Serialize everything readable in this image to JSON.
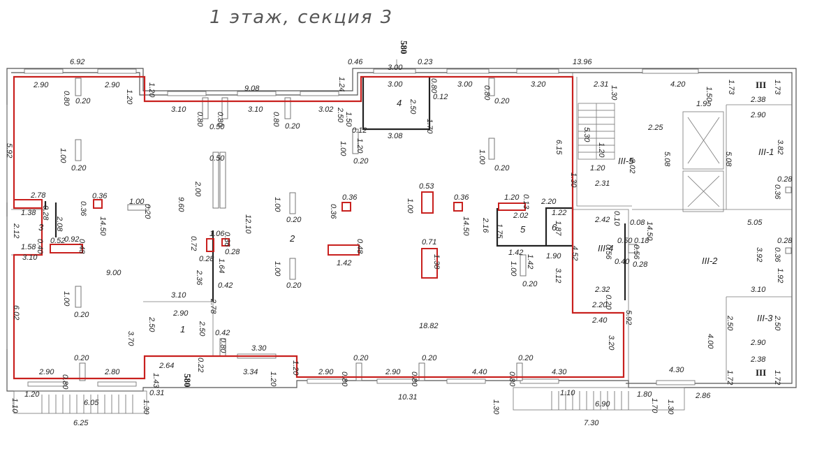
{
  "title": "1 этаж, секция 3",
  "axis_labels": {
    "section_580_top": "580",
    "section_580_bottom": "580",
    "axis_III_top": "III",
    "axis_III_bottom": "III"
  },
  "room_numbers": [
    "1",
    "2",
    "3",
    "4",
    "5",
    "6",
    "III-1",
    "III-2",
    "III-3",
    "III-4",
    "III-5"
  ],
  "dimensions": {
    "top": [
      "6.92",
      "2.90",
      "0.80",
      "0.20",
      "2.90",
      "1.20",
      "1.20",
      "9.08",
      "3.10",
      "0.80",
      "0.80",
      "3.10",
      "0.80",
      "3.02",
      "0.50",
      "0.20",
      "0.46",
      "1.24",
      "3.00",
      "0.23",
      "3.00",
      "0.80",
      "3.00",
      "0.80",
      "3.20",
      "0.20",
      "13.96",
      "2.31",
      "1.30",
      "4.20",
      "1.50",
      "1.73",
      "2.38",
      "1.73",
      "1.95",
      "2.90"
    ],
    "middle": [
      "5.92",
      "1.00",
      "0.20",
      "0.50",
      "2.00",
      "2.50",
      "1.50",
      "0.12",
      "1.00",
      "0.20",
      "1.20",
      "0.12",
      "2.50",
      "1.70",
      "3.08",
      "1.00",
      "0.20",
      "6.15",
      "5.30",
      "1.20",
      "1.30",
      "1.20",
      "2.31",
      "8.02",
      "2.25",
      "5.08",
      "5.08",
      "3.82",
      "0.28",
      "0.36",
      "2.78",
      "0.36",
      "0.36",
      "1.38",
      "0.28",
      "1.00",
      "0.20",
      "9.60",
      "1.00",
      "0.20",
      "0.36",
      "0.36",
      "0.53",
      "1.00",
      "0.36",
      "1.20",
      "0.13",
      "2.20",
      "1.22",
      "2.12",
      "2.08",
      "14.50",
      "12.10",
      "14.50",
      "2.16",
      "2.02",
      "1.75",
      "1.87",
      "2.42",
      "0.10",
      "0.08",
      "14.50",
      "5.05",
      "1.58",
      "0.40",
      "0.52",
      "0.92",
      "0.48",
      "1.06",
      "0.72",
      "0.36",
      "0.28",
      "3.10",
      "0.28",
      "1.64",
      "1.00",
      "0.20",
      "1.42",
      "0.48",
      "0.71",
      "1.38",
      "1.42",
      "1.00",
      "1.42",
      "1.90",
      "0.50",
      "0.18",
      "0.56",
      "0.40",
      "0.56",
      "0.28",
      "4.52",
      "0.28",
      "3.92",
      "0.36",
      "1.92",
      "9.00",
      "2.36",
      "0.42",
      "1.00",
      "0.20",
      "2.32",
      "0.20",
      "0.20",
      "3.12",
      "3.10"
    ],
    "lower": [
      "3.10",
      "2.90",
      "2.78",
      "2.20",
      "2.40",
      "5.92",
      "2.50",
      "2.50",
      "6.02",
      "3.70",
      "2.50",
      "1",
      "2.50",
      "0.42",
      "0.80",
      "18.82",
      "3.20",
      "4.00",
      "2.90",
      "3.30",
      "0.20",
      "0.20",
      "0.20",
      "0.20",
      "2.38",
      "2.90",
      "0.80",
      "2.80",
      "0.80",
      "2.64",
      "1.43",
      "0.22",
      "3.34",
      "1.20",
      "1.20",
      "2.90",
      "0.80",
      "2.90",
      "0.80",
      "4.40",
      "0.80",
      "4.30",
      "4.30",
      "1.72",
      "1.72"
    ],
    "bottom": [
      "1.20",
      "6.05",
      "0.31",
      "1.10",
      "1.30",
      "10.31",
      "1.30",
      "1.10",
      "6.90",
      "1.80",
      "1.70",
      "1.30",
      "2.86",
      "6.25",
      "7.30"
    ]
  }
}
